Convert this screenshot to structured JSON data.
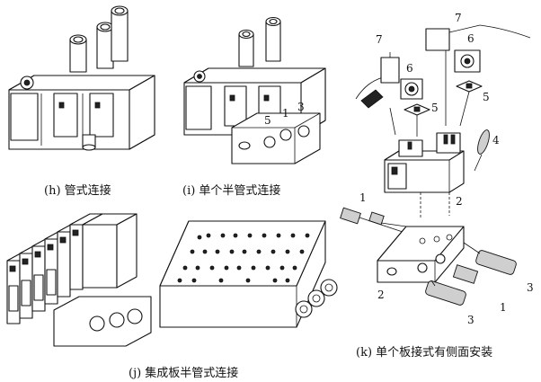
{
  "captions": {
    "h": "(h) 管式连接",
    "i": "(i) 单个半管式连接",
    "j": "(j) 集成板半管式连接",
    "k": "(k) 单个板接式有侧面安装"
  },
  "callouts_i": [
    "5",
    "1",
    "3"
  ],
  "callouts_k": {
    "c7a": "7",
    "c6a": "6",
    "c5a": "5",
    "c7b": "7",
    "c6b": "6",
    "c5b": "5",
    "c4": "4",
    "c2a": "2",
    "c1a": "1",
    "c2b": "2",
    "c3a": "3",
    "c1b": "1",
    "c3b": "3"
  }
}
